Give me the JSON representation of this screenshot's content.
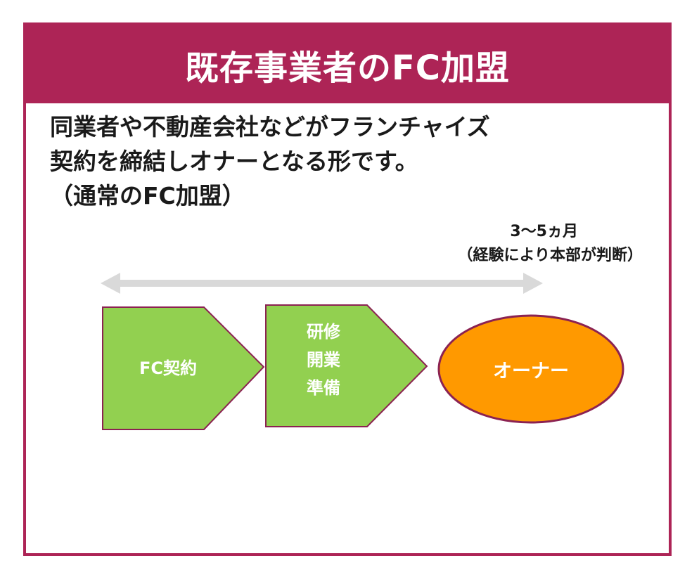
{
  "title": "既存事業者のFC加盟",
  "description": {
    "line1": "同業者や不動産会社などがフランチャイズ",
    "line2": "契約を締結しオナーとなる形です。",
    "line3": "（通常のFC加盟）"
  },
  "duration": {
    "line1": "3～5ヵ月",
    "line2": "（経験により本部が判断）"
  },
  "steps": [
    {
      "label": "FC契約"
    },
    {
      "label_lines": [
        "研修",
        "開業",
        "準備"
      ]
    }
  ],
  "result": {
    "label": "オーナー"
  },
  "colors": {
    "frame": "#ad2456",
    "step_fill": "#92d050",
    "step_border": "#8b2252",
    "result_fill": "#ff9900",
    "timeline_arrow": "#d9d9d9"
  }
}
